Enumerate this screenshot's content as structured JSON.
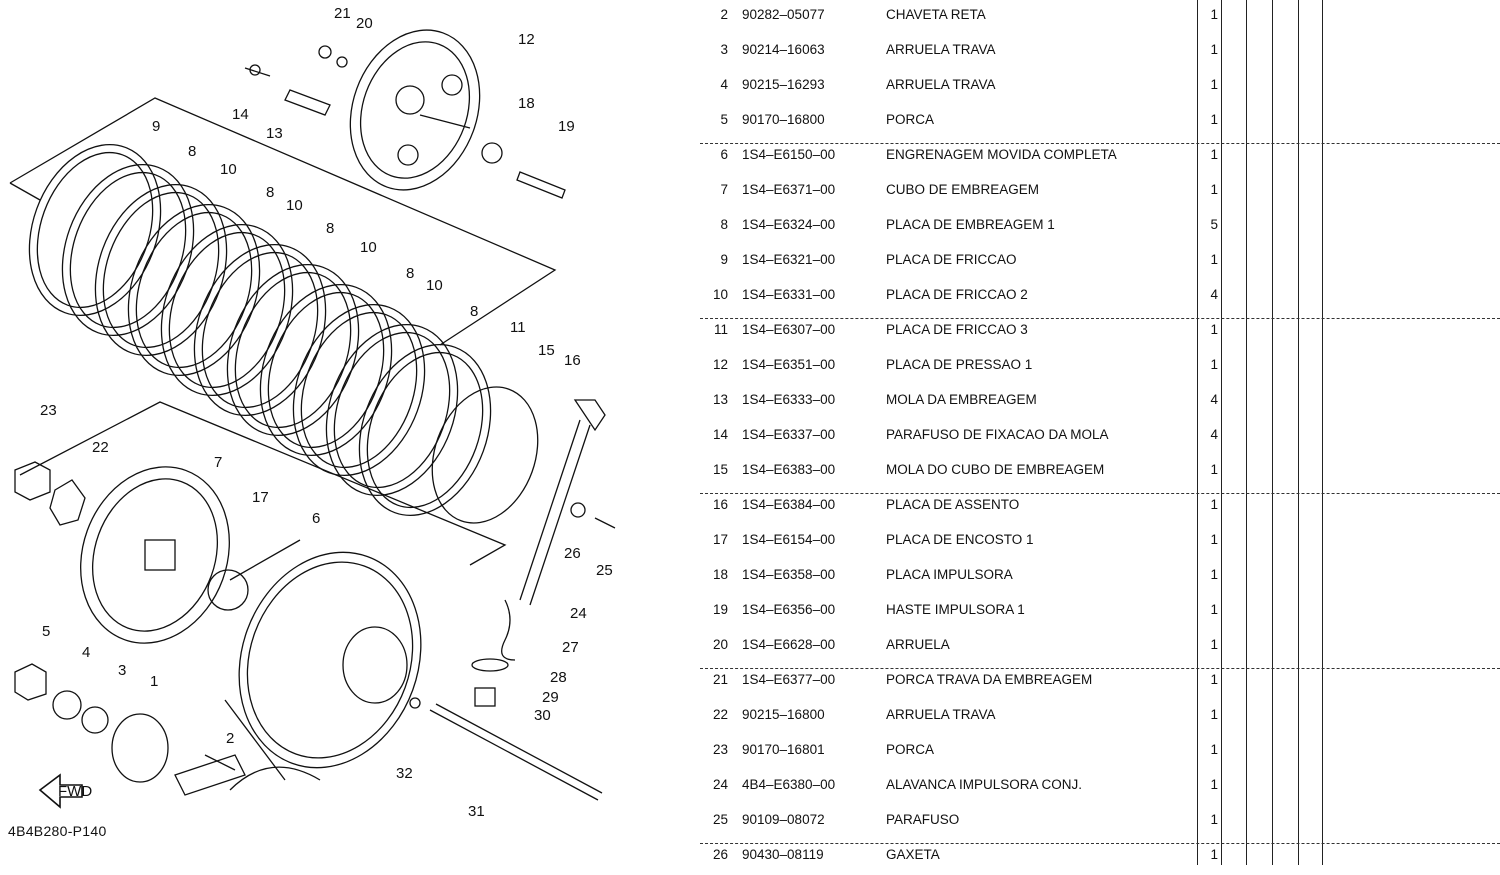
{
  "diagram": {
    "code": "4B4B280-P140",
    "fwd_label": "FWD",
    "callouts": [
      "21",
      "20",
      "12",
      "14",
      "13",
      "18",
      "19",
      "9",
      "8",
      "10",
      "8",
      "10",
      "8",
      "10",
      "8",
      "10",
      "8",
      "11",
      "15",
      "16",
      "23",
      "22",
      "7",
      "17",
      "6",
      "26",
      "25",
      "24",
      "27",
      "5",
      "4",
      "3",
      "1",
      "2",
      "28",
      "29",
      "30",
      "32",
      "31"
    ]
  },
  "parts": {
    "rows": [
      {
        "no": "2",
        "part_no": "90282–05077",
        "desc": "CHAVETA RETA",
        "qty": "1"
      },
      {
        "no": "3",
        "part_no": "90214–16063",
        "desc": "ARRUELA TRAVA",
        "qty": "1"
      },
      {
        "no": "4",
        "part_no": "90215–16293",
        "desc": "ARRUELA TRAVA",
        "qty": "1"
      },
      {
        "no": "5",
        "part_no": "90170–16800",
        "desc": "PORCA",
        "qty": "1"
      },
      {
        "no": "6",
        "part_no": "1S4–E6150–00",
        "desc": "ENGRENAGEM MOVIDA COMPLETA",
        "qty": "1"
      },
      {
        "no": "7",
        "part_no": "1S4–E6371–00",
        "desc": "CUBO DE EMBREAGEM",
        "qty": "1"
      },
      {
        "no": "8",
        "part_no": "1S4–E6324–00",
        "desc": "PLACA DE EMBREAGEM 1",
        "qty": "5"
      },
      {
        "no": "9",
        "part_no": "1S4–E6321–00",
        "desc": "PLACA DE FRICCAO",
        "qty": "1"
      },
      {
        "no": "10",
        "part_no": "1S4–E6331–00",
        "desc": "PLACA DE FRICCAO 2",
        "qty": "4"
      },
      {
        "no": "11",
        "part_no": "1S4–E6307–00",
        "desc": "PLACA DE FRICCAO 3",
        "qty": "1"
      },
      {
        "no": "12",
        "part_no": "1S4–E6351–00",
        "desc": "PLACA DE PRESSAO 1",
        "qty": "1"
      },
      {
        "no": "13",
        "part_no": "1S4–E6333–00",
        "desc": "MOLA DA EMBREAGEM",
        "qty": "4"
      },
      {
        "no": "14",
        "part_no": "1S4–E6337–00",
        "desc": "PARAFUSO DE FIXACAO DA MOLA",
        "qty": "4"
      },
      {
        "no": "15",
        "part_no": "1S4–E6383–00",
        "desc": "MOLA DO CUBO DE EMBREAGEM",
        "qty": "1"
      },
      {
        "no": "16",
        "part_no": "1S4–E6384–00",
        "desc": "PLACA DE ASSENTO",
        "qty": "1"
      },
      {
        "no": "17",
        "part_no": "1S4–E6154–00",
        "desc": "PLACA DE ENCOSTO 1",
        "qty": "1"
      },
      {
        "no": "18",
        "part_no": "1S4–E6358–00",
        "desc": "PLACA IMPULSORA",
        "qty": "1"
      },
      {
        "no": "19",
        "part_no": "1S4–E6356–00",
        "desc": "HASTE IMPULSORA 1",
        "qty": "1"
      },
      {
        "no": "20",
        "part_no": "1S4–E6628–00",
        "desc": "ARRUELA",
        "qty": "1"
      },
      {
        "no": "21",
        "part_no": "1S4–E6377–00",
        "desc": "PORCA TRAVA DA EMBREAGEM",
        "qty": "1"
      },
      {
        "no": "22",
        "part_no": "90215–16800",
        "desc": "ARRUELA TRAVA",
        "qty": "1"
      },
      {
        "no": "23",
        "part_no": "90170–16801",
        "desc": "PORCA",
        "qty": "1"
      },
      {
        "no": "24",
        "part_no": "4B4–E6380–00",
        "desc": "ALAVANCA IMPULSORA CONJ.",
        "qty": "1"
      },
      {
        "no": "25",
        "part_no": "90109–08072",
        "desc": "PARAFUSO",
        "qty": "1"
      },
      {
        "no": "26",
        "part_no": "90430–08119",
        "desc": "GAXETA",
        "qty": "1"
      }
    ]
  }
}
